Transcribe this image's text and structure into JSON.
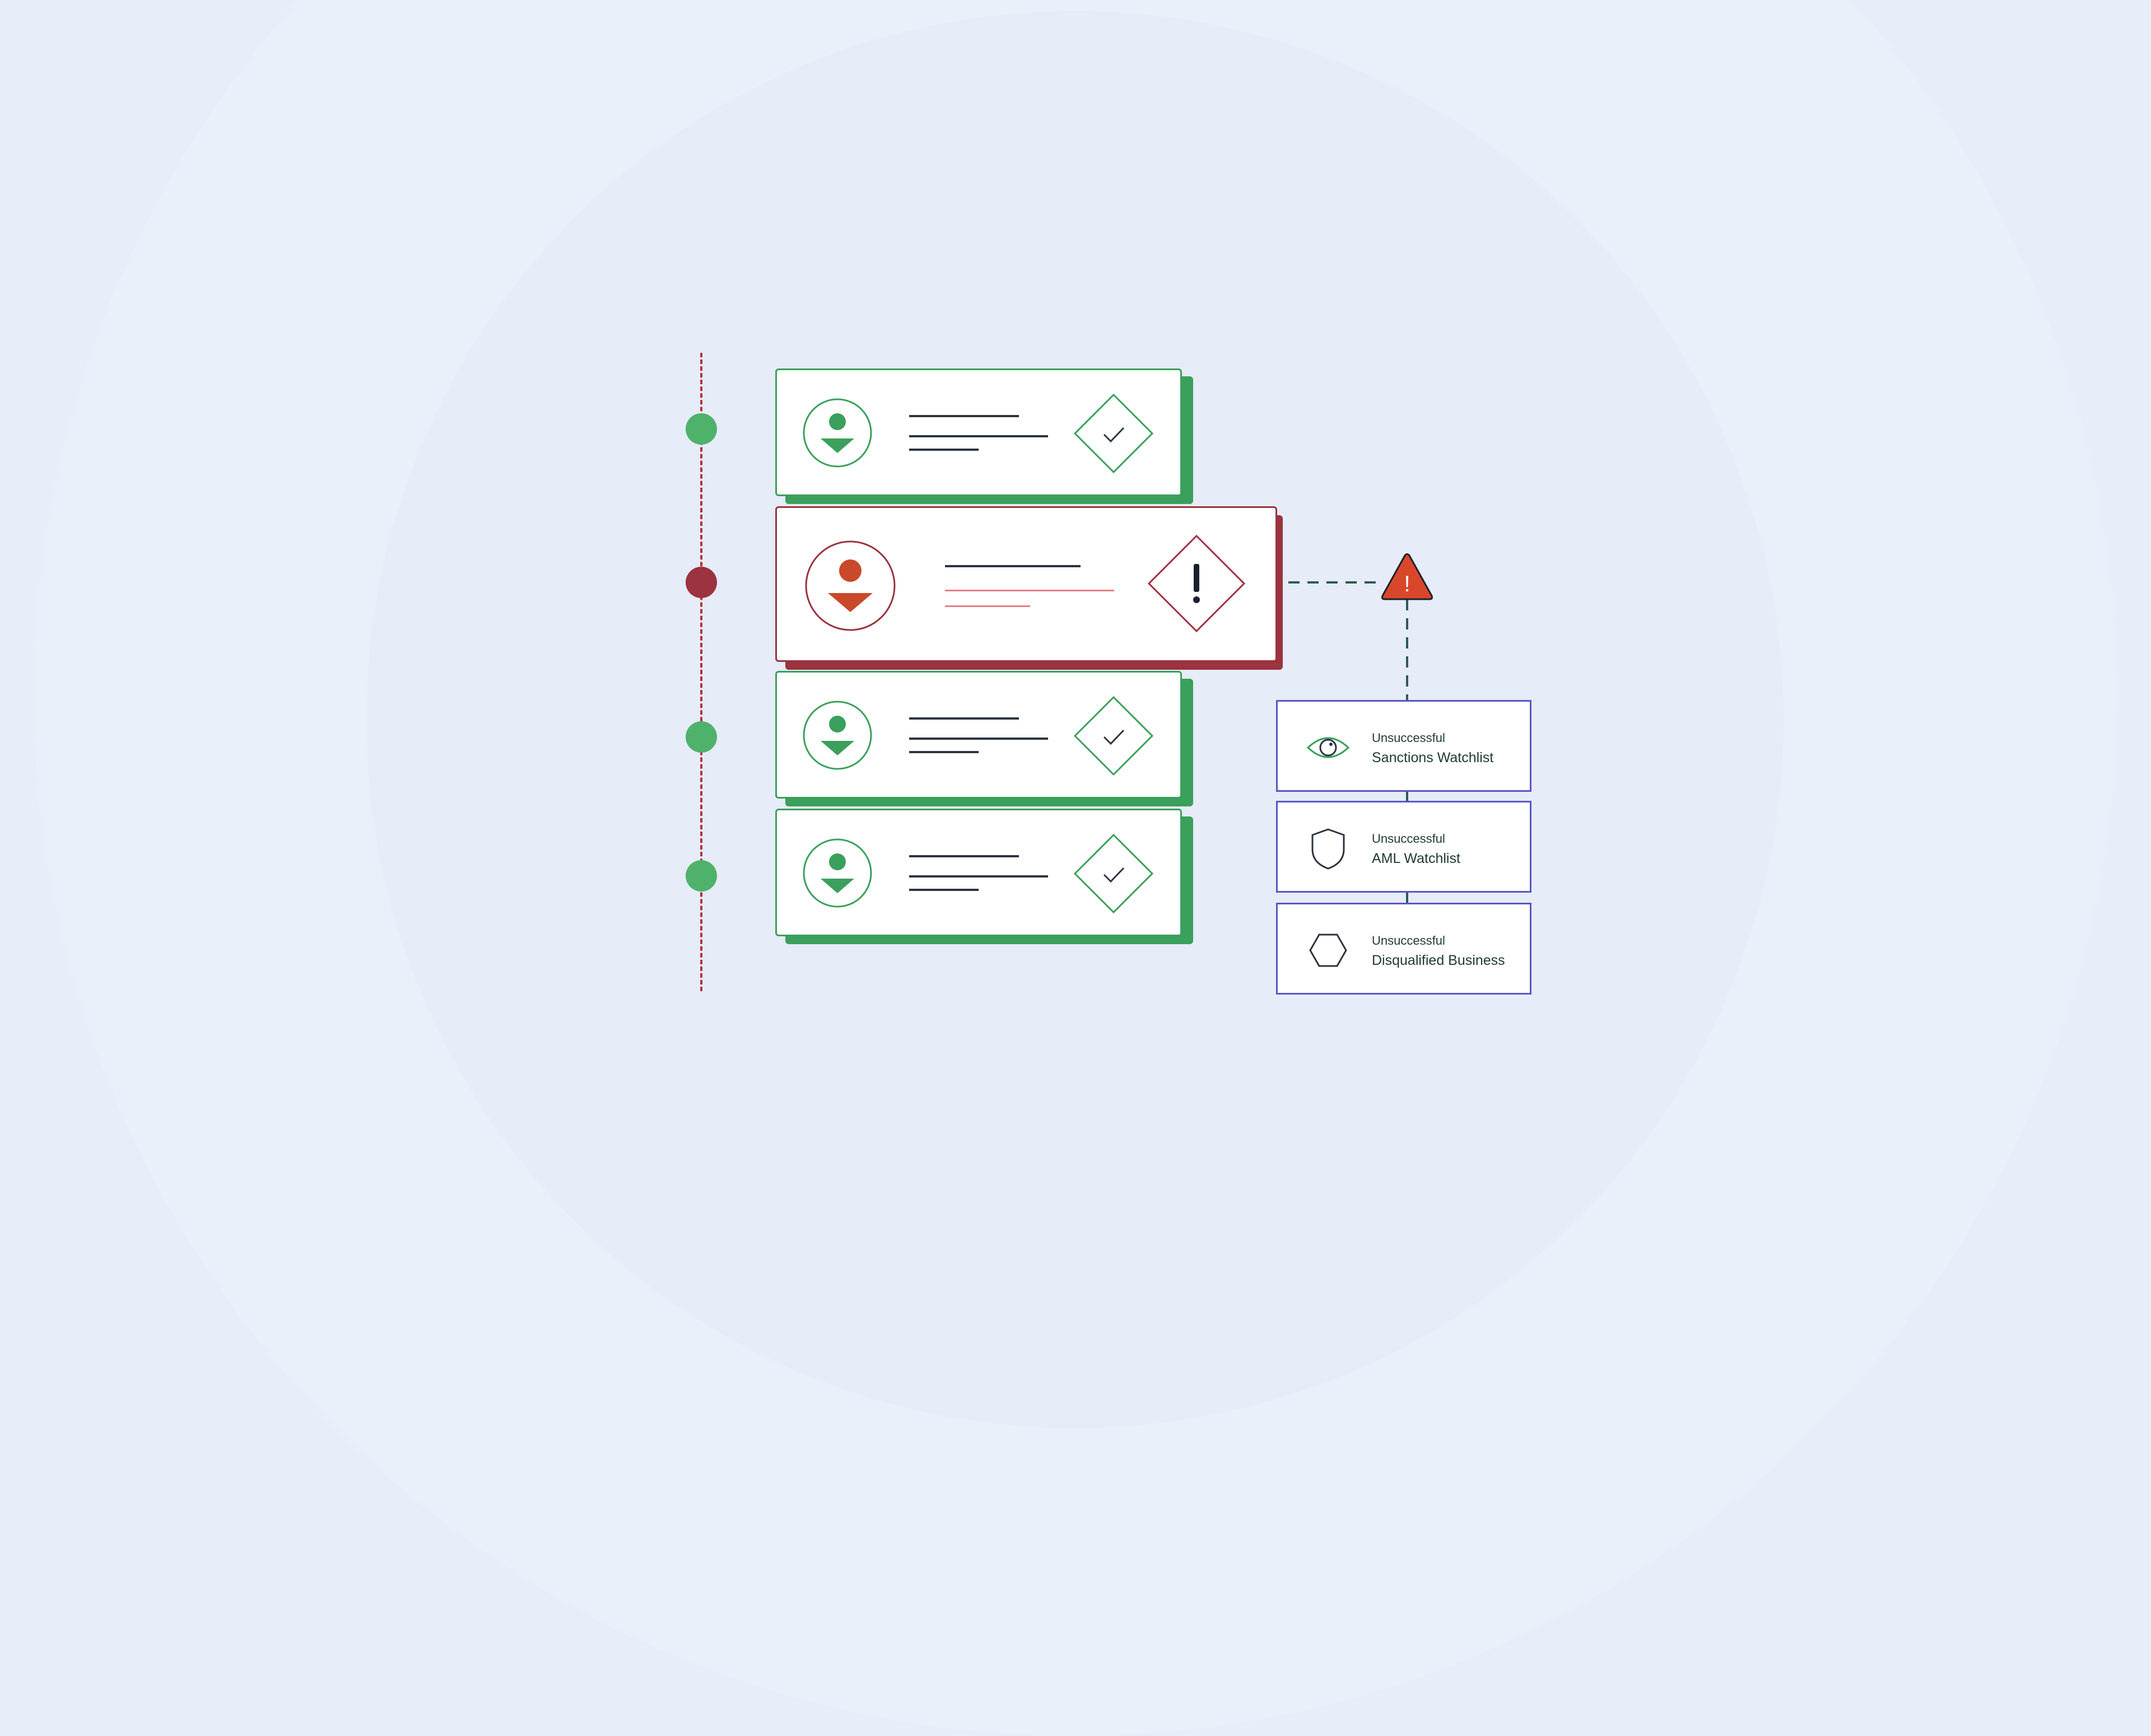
{
  "colors": {
    "background": "#e8eef9",
    "success": "#3aa05b",
    "success_dot": "#4fb26a",
    "failure": "#9b3340",
    "failure_person": "#c9492a",
    "alert": "#d9472b",
    "check_border": "#5c55c4"
  },
  "timeline": {
    "steps": [
      {
        "status": "success",
        "icon": "checkmark-icon"
      },
      {
        "status": "failure",
        "icon": "exclamation-icon"
      },
      {
        "status": "success",
        "icon": "checkmark-icon"
      },
      {
        "status": "success",
        "icon": "checkmark-icon"
      }
    ]
  },
  "alert": {
    "icon": "warning-triangle-icon",
    "symbol": "!"
  },
  "checks": [
    {
      "icon": "eye-icon",
      "status": "Unsuccessful",
      "name": "Sanctions Watchlist"
    },
    {
      "icon": "shield-icon",
      "status": "Unsuccessful",
      "name": "AML Watchlist"
    },
    {
      "icon": "hexagon-icon",
      "status": "Unsuccessful",
      "name": "Disqualified Business"
    }
  ]
}
